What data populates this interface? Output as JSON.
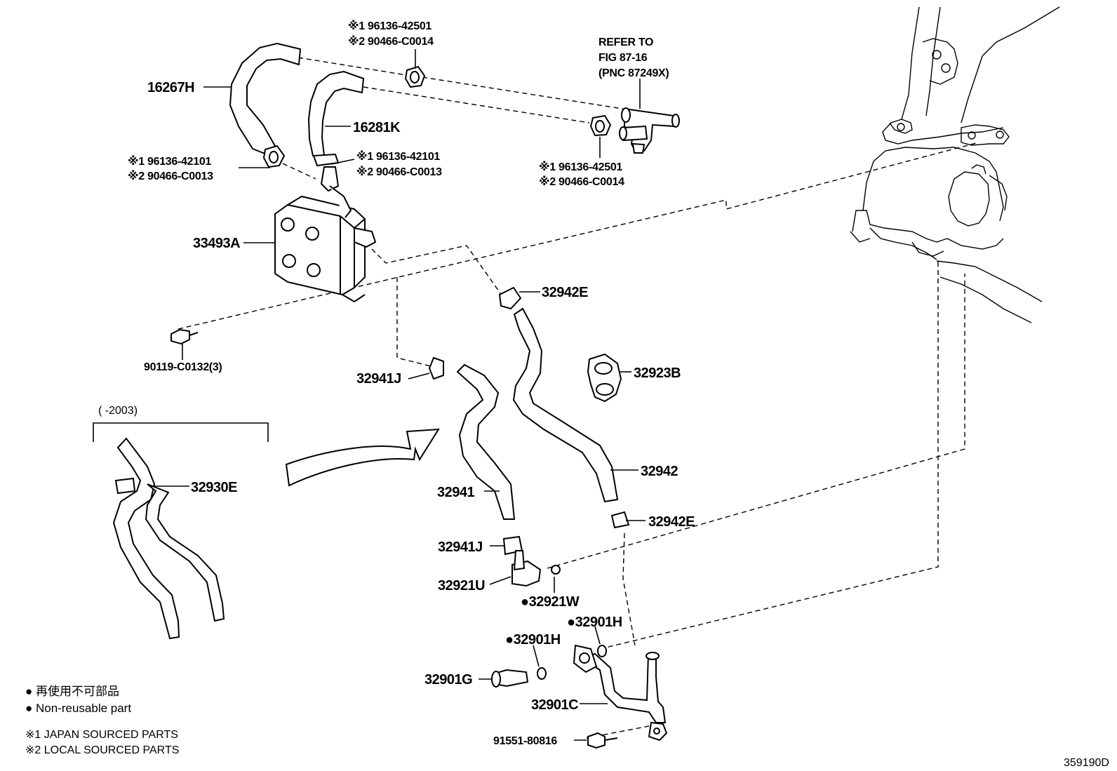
{
  "callouts": {
    "p16267H": "16267H",
    "p16281K": "16281K",
    "p33493A": "33493A",
    "p90119": "90119-C0132(3)",
    "p32942E_top": "32942E",
    "p32941J_top": "32941J",
    "p32923B": "32923B",
    "p32930E": "32930E",
    "p32941": "32941",
    "p32942": "32942",
    "p32942E_bot": "32942E",
    "p32941J_bot": "32941J",
    "p32921U": "32921U",
    "p32921W": "●32921W",
    "p32901H_a": "●32901H",
    "p32901H_b": "●32901H",
    "p32901G": "32901G",
    "p32901C": "32901C",
    "p91551": "91551-80816"
  },
  "clamps": {
    "top_center_1": "※1 96136-42501",
    "top_center_2": "※2 90466-C0014",
    "left_1": "※1 96136-42101",
    "left_2": "※2 90466-C0013",
    "mid_1": "※1 96136-42101",
    "mid_2": "※2 90466-C0013",
    "right_1": "※1 96136-42501",
    "right_2": "※2 90466-C0014"
  },
  "reference": {
    "line1": "REFER TO",
    "line2": "FIG 87-16",
    "line3": "(PNC 87249X)"
  },
  "variant_range": "(      -2003)",
  "legend": {
    "nonreusable_ja": "● 再使用不可部品",
    "nonreusable_en": "● Non-reusable part",
    "japan_sourced": "※1 JAPAN SOURCED PARTS",
    "local_sourced": "※2 LOCAL SOURCED PARTS"
  },
  "figure_id": "359190D"
}
